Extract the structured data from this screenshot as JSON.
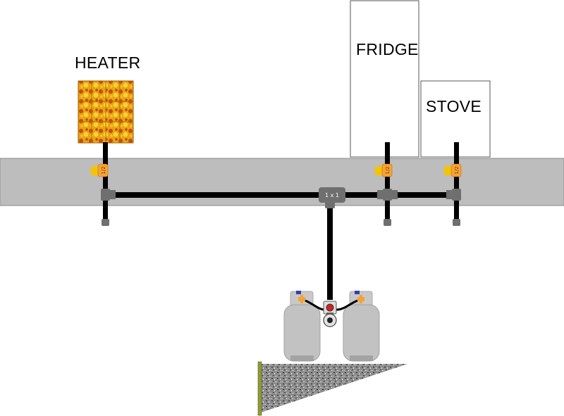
{
  "labels": {
    "heater": "HEATER",
    "fridge": "FRIDGE",
    "stove": "STOVE"
  },
  "fittings": {
    "main_tee": "1 x 1",
    "valve_size": "1/2"
  },
  "colors": {
    "beam": "#bdbdbd",
    "pipe": "#000000",
    "fitting": "#6f6f6f",
    "valve_body": "#f5a236",
    "valve_handle": "#f5c400",
    "tank": "#c2c2c2",
    "heater_flame": "#e88a12",
    "gravel": "#777777",
    "post": "#8f9a3c"
  }
}
